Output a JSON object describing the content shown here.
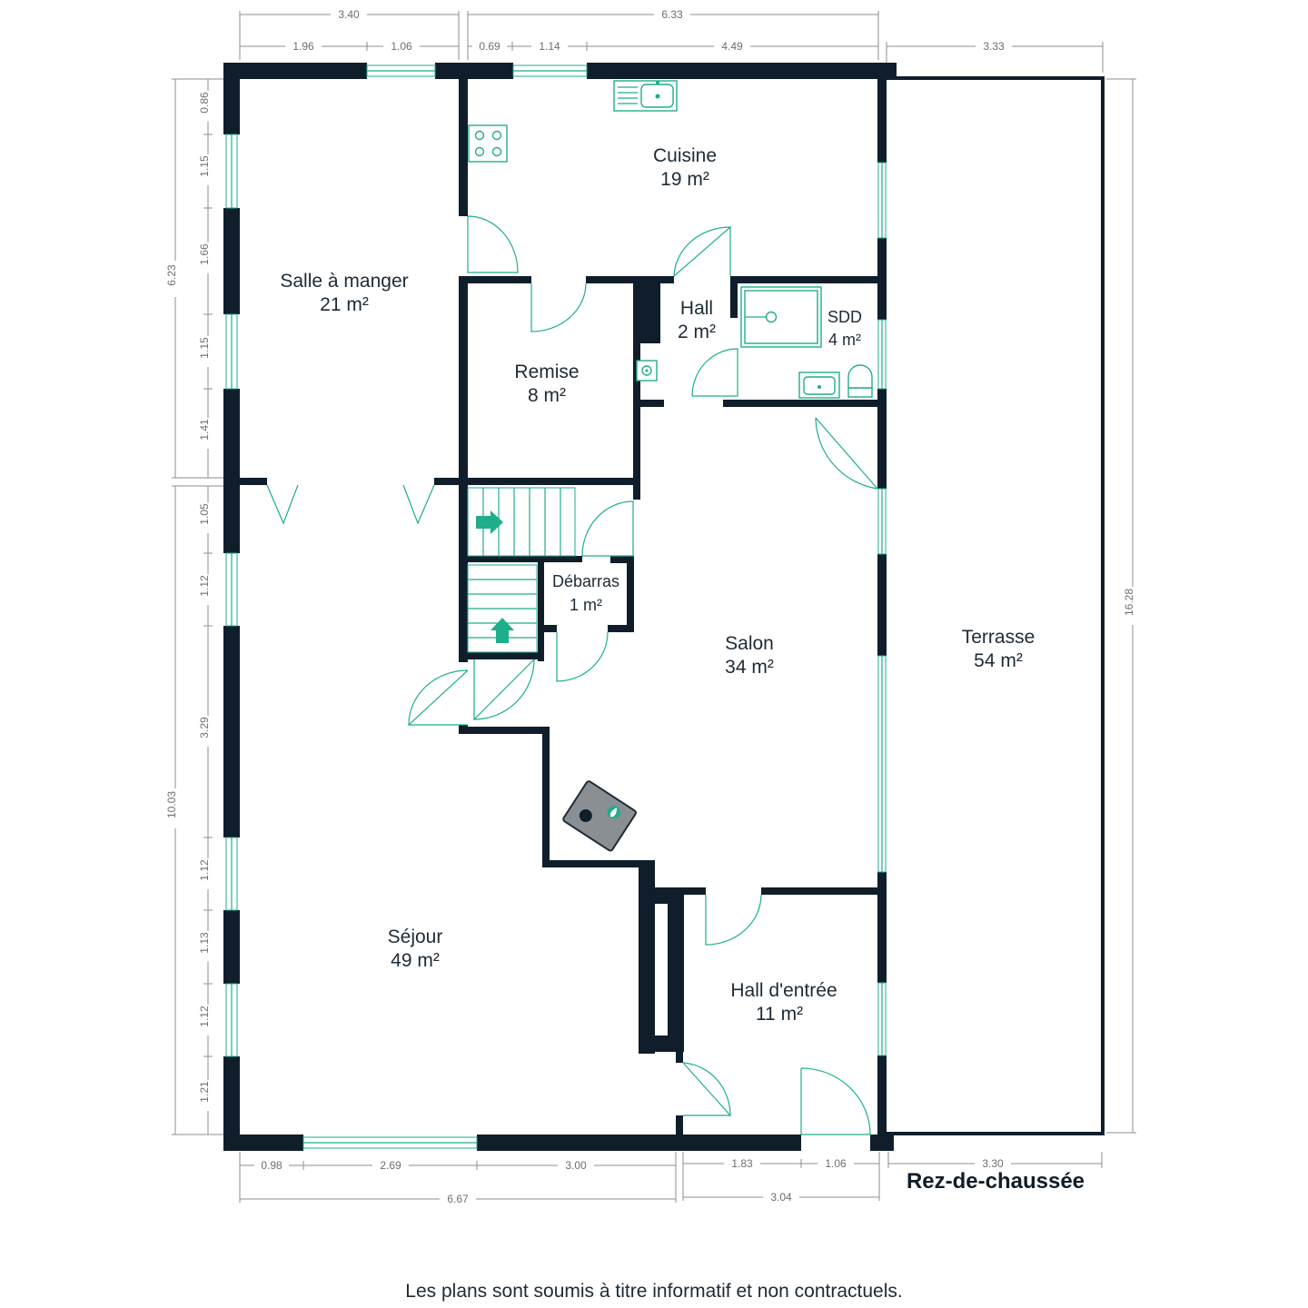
{
  "rooms": {
    "salle": {
      "name": "Salle à manger",
      "area": "21 m²"
    },
    "cuisine": {
      "name": "Cuisine",
      "area": "19 m²"
    },
    "hall": {
      "name": "Hall",
      "area": "2 m²"
    },
    "sdd": {
      "name": "SDD",
      "area": "4 m²"
    },
    "remise": {
      "name": "Remise",
      "area": "8 m²"
    },
    "debarras": {
      "name": "Débarras",
      "area": "1 m²"
    },
    "salon": {
      "name": "Salon",
      "area": "34 m²"
    },
    "terrasse": {
      "name": "Terrasse",
      "area": "54 m²"
    },
    "sejour": {
      "name": "Séjour",
      "area": "49 m²"
    },
    "hall_entree": {
      "name": "Hall d'entrée",
      "area": "11 m²"
    }
  },
  "dimensions": {
    "top_340": "3.40",
    "top_633": "6.33",
    "top_196": "1.96",
    "top_106": "1.06",
    "top_069": "0.69",
    "top_114": "1.14",
    "top_449": "4.49",
    "top_333": "3.33",
    "left_623": "6.23",
    "left_086": "0.86",
    "left_115a": "1.15",
    "left_166": "1.66",
    "left_115b": "1.15",
    "left_141": "1.41",
    "left_1003": "10.03",
    "left_105": "1.05",
    "left_112a": "1.12",
    "left_329": "3.29",
    "left_112b": "1.12",
    "left_113": "1.13",
    "left_112c": "1.12",
    "left_121": "1.21",
    "right_1628": "16.28",
    "bottom_098": "0.98",
    "bottom_269": "2.69",
    "bottom_300": "3.00",
    "bottom_183": "1.83",
    "bottom_106": "1.06",
    "bottom_330": "3.30",
    "bottom_667": "6.67",
    "bottom_304": "3.04"
  },
  "floor_label": "Rez-de-chaussée",
  "disclaimer": "Les plans sont soumis à titre informatif et non contractuels.",
  "colors": {
    "wall": "#0f1e2a",
    "accent": "#1fae8b",
    "dimension": "#8a8f94"
  }
}
